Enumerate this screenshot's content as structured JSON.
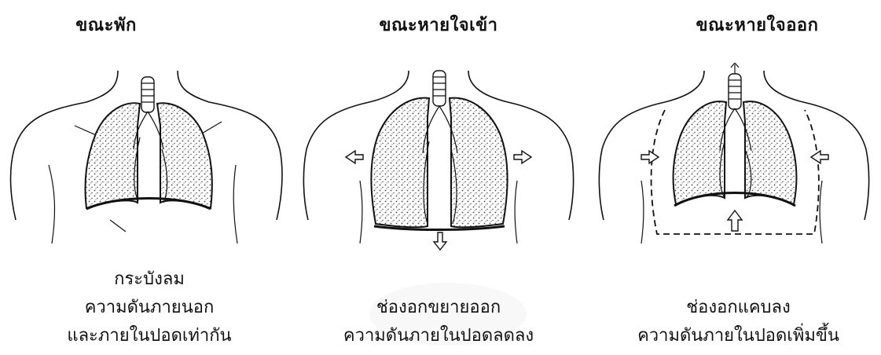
{
  "panels": [
    {
      "title": "ขณะพัก",
      "caption": [
        "กระบังลม",
        "ความดันภายนอก",
        "และภายในปอดเท่ากัน"
      ]
    },
    {
      "title": "ขณะหายใจเข้า",
      "caption": [
        "ช่องอกขยายออก",
        "ความดันภายในปอดลดลง"
      ]
    },
    {
      "title": "ขณะหายใจออก",
      "caption": [
        "ช่องอกแคบลง",
        "ความดันภายในปอดเพิ่มขึ้น"
      ]
    }
  ]
}
